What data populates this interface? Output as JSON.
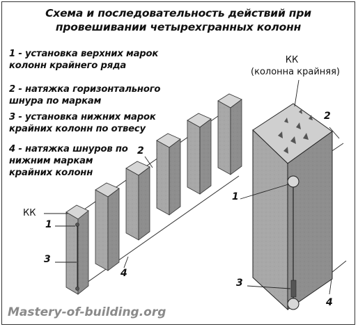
{
  "diagram": {
    "title_line1": "Схема и последовательность действий при",
    "title_line2": "провешивании четырехгранных колонн",
    "steps": [
      {
        "line1": "1 - установка верхних марок",
        "line2": "колонн крайнего ряда"
      },
      {
        "line1": "2 - натяжка горизонтального",
        "line2": "шнура по маркам"
      },
      {
        "line1": "3 - установка нижних марок",
        "line2": "крайних колонн по отвесу"
      },
      {
        "line1": "4 - натяжка шнуров по",
        "line2": "нижним маркам",
        "line3": "крайних колонн"
      }
    ],
    "small_view": {
      "kk_label": "КК",
      "marker_1": "1",
      "marker_3": "3",
      "marker_2": "2",
      "marker_4": "4"
    },
    "large_view": {
      "kk_label": "КК",
      "kk_caption": "(колонна крайняя)",
      "marker_1": "1",
      "marker_2": "2",
      "marker_3": "3",
      "marker_4": "4"
    }
  },
  "watermark": "Mastery-of-building.org",
  "colors": {
    "column_front": "#a8a8a8",
    "column_side": "#8e8e8e",
    "column_top": "#d2d2d2",
    "line": "#222222"
  }
}
